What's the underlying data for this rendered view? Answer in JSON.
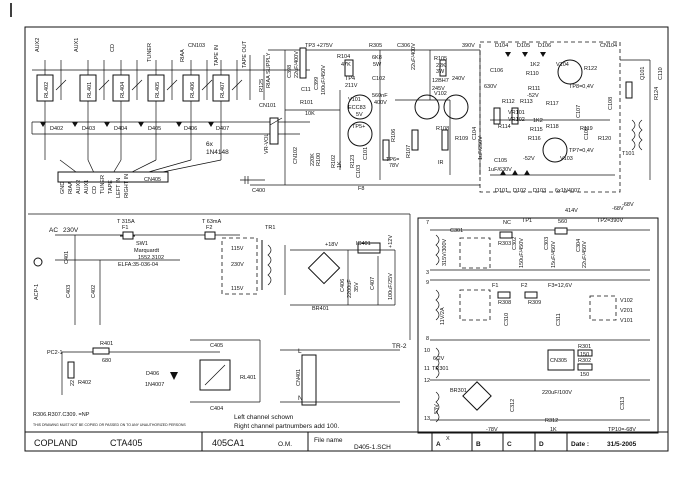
{
  "relays": [
    {
      "name": "AUX2",
      "relay": "RL402",
      "diode": "D402"
    },
    {
      "name": "AUX1",
      "relay": "RL401",
      "diode": "D403"
    },
    {
      "name": "CD",
      "relay": "RL404",
      "diode": "D404"
    },
    {
      "name": "TUNER",
      "relay": "RL405",
      "diode": "D405"
    },
    {
      "name": "RIAA",
      "relay": "RL406",
      "diode": "D406"
    },
    {
      "name": "TAPE IN",
      "relay": "RL407",
      "diode": "D407"
    }
  ],
  "top": {
    "cn103": "CN103",
    "tape_out": "TAPE OUT",
    "riaa_supply": "RIAA SUPPLY",
    "r125": "R125",
    "diodes_note": "6x",
    "diodes_type": "1N4148",
    "cn101": "CN101",
    "vr_vol": "VR-VOL",
    "cn102": "CN102",
    "cn405": "CN405",
    "c400": "C400",
    "input_pins": [
      "GND",
      "RIAA",
      "AUX2",
      "AUX1",
      "CD",
      "TUNER",
      "TAPE",
      "LEFT IN",
      "RIGHT IN"
    ]
  },
  "preamp": {
    "tp3": "TP3 +275V",
    "r305": "R305",
    "r305v": "6K8",
    "r305w": "5W",
    "c306": "C306",
    "c306v": "22uF/400V",
    "v390": "390V",
    "c398": "C398",
    "c398v": "22uF/400V",
    "c399": "C399",
    "c399v": "100uF/450V",
    "r104": "R104",
    "r104v": "47K",
    "tp4": "TP4",
    "tp4v": "211V",
    "c102": "C102",
    "c102v": "560nF",
    "c102w": "400V",
    "c11": "C11",
    "v101": "V101",
    "v101t": "ECC83",
    "r101": "R101",
    "r101v": "10K",
    "tp5": "TP5+",
    "tp5v": "5V",
    "r106": "R106",
    "c103": "C103",
    "tp6": "TP6=",
    "tp6v": "78V",
    "r100": "R100",
    "r100v": "220K",
    "r102": "R102",
    "r102v": "1K",
    "r123": "R123",
    "c101": "C101",
    "r107": "R107",
    "v102": "V102",
    "v102t": "12BH7",
    "v245": "245V",
    "v240": "240V",
    "r108": "R108",
    "r109": "R109",
    "r105": "R105",
    "r105v": "22K",
    "r105w": "3W",
    "c104": "C104",
    "c104v": "1uF/250V",
    "ir": "IR",
    "f8": "F8"
  },
  "power_amp": {
    "cn104": "CN104",
    "d104": "D104",
    "d105": "D105",
    "d106": "D106",
    "r110": "R110",
    "r111": "R111",
    "r112": "R112",
    "r113": "R113",
    "r114": "R114",
    "r115": "R115",
    "r116": "R116",
    "r117": "R117",
    "r118": "R118",
    "r119": "R119",
    "r122": "R122",
    "r120": "R120",
    "r124": "R124",
    "q101": "Q101",
    "c106": "C106",
    "c107": "C107",
    "c108": "C108",
    "c109": "C109",
    "c110": "C110",
    "c105": "C105",
    "c105v": "1uF/630V",
    "v103": "V103",
    "v104": "V104",
    "vr101": "VR101",
    "vr102": "VR102",
    "tp8": "TP8=0,4V",
    "tp7": "TP7=0,4V",
    "v52": "-52V",
    "v52b": "-52V",
    "r110v": "1K2",
    "r115v": "1K2",
    "t101": "T101",
    "d101": "D101",
    "d102": "D102",
    "d103": "D103",
    "diodes_bottom": "6x1N4007",
    "v68": "-68V",
    "v630": "630V"
  },
  "mains": {
    "ac": "AC",
    "ac_v": "230V",
    "acp": "ACP-1",
    "f1": "F1",
    "t315": "T 315A",
    "sw1": "SW1",
    "sw_mfr": "Marquardt",
    "sw_part": "1552.3102",
    "sw_elfa": "ELFA:35-036-04",
    "f2": "F2",
    "t63": "T 63mA",
    "tr1": "TR1",
    "v115a": "115V",
    "v230": "230V",
    "v115b": "115V",
    "c401": "C401",
    "c402": "C402",
    "c403": "C403",
    "v18": "+18V",
    "ic401": "IC401",
    "v12": "+12V",
    "c406": "C406",
    "c406v": "2200uF",
    "c406w": "35V",
    "c407": "C407",
    "c407v": "100uF/25V",
    "br401": "BR401"
  },
  "relay_block": {
    "pc2": "PC2-1",
    "r401": "R401",
    "r401v": "680",
    "r402": "R402",
    "r402v": "22",
    "d406": "D406",
    "d406v": "1N4007",
    "c405": "C405",
    "c404": "C404",
    "rl401": "RL401",
    "cn401": "CN401",
    "tr2": "TR-2",
    "l": "L",
    "n": "N",
    "left_ch": "Left channel schown",
    "right_ch": "Right channel partnumbers add 100.",
    "np_note": "R306.R307.C309. =NP",
    "warn": "THIS DRAWING MUST NOT BE COPIED OR PASSED ON TO ANY UNAUTHORIZED PERSONS"
  },
  "psu": {
    "v414": "414V",
    "tp2": "TP2=390V",
    "v68": "-68V",
    "nc": "NC",
    "tp1": "TP1",
    "c301": "C301",
    "c301v": "315V/300V",
    "r303": "R303",
    "c302": "C302",
    "c302v": "150uF/450V",
    "c303": "C303",
    "c303v": "15uF/450V",
    "r560": "560",
    "c304": "C304",
    "c304v": "22uF/450V",
    "v11": "11V/2A",
    "f1": "F1",
    "f2": "F2",
    "f3": "F3=12,6V",
    "r308": "R308",
    "r309": "R309",
    "c310": "C310",
    "c311": "C311",
    "v201": "V201",
    "v102": "V102",
    "v101": "V101",
    "v62": "6,2V",
    "tr301": "TR301",
    "cn305": "CN305",
    "r301": "R301",
    "r302": "R302",
    "r150a": "150",
    "r150b": "150",
    "br301": "BR301",
    "c312": "C312",
    "c312v": "220uF/100V",
    "c313": "C313",
    "v53": "53V",
    "r312": "R312",
    "r312v": "1K",
    "v78": "-78V",
    "tp10": "TP10=-68V",
    "pin_nums": [
      "7",
      "3",
      "9",
      "8",
      "10",
      "11",
      "12",
      "13"
    ]
  },
  "title_block": {
    "brand": "COPLAND",
    "model": "CTA405",
    "code": "405CA1",
    "om": "O.M.",
    "filename_label": "File name",
    "filename": "D405-1.SCH",
    "rev_a": "A",
    "rev_a_mark": "X",
    "rev_b": "B",
    "rev_c": "C",
    "rev_d": "D",
    "date_label": "Date :",
    "date": "31/5-2005"
  }
}
